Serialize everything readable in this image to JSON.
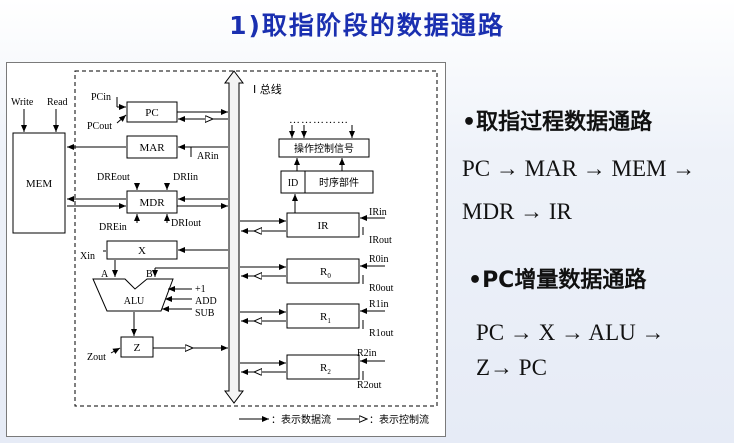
{
  "title": "1)取指阶段的数据通路",
  "diagram": {
    "bus_label": "I 总线",
    "mem": {
      "label": "MEM",
      "write": "Write",
      "read": "Read"
    },
    "pc": {
      "label": "PC",
      "in": "PCin",
      "out": "PCout"
    },
    "mar": {
      "label": "MAR",
      "in": "ARin"
    },
    "mdr": {
      "label": "MDR",
      "eout": "DREout",
      "iin": "DRIin",
      "ein": "DREin",
      "iout": "DRIout"
    },
    "x": {
      "label": "X",
      "in": "Xin"
    },
    "alu": {
      "label": "ALU",
      "a": "A",
      "b": "B",
      "plus1": "+1",
      "add": "ADD",
      "sub": "SUB"
    },
    "z": {
      "label": "Z",
      "out": "Zout"
    },
    "ctrl": {
      "dots": "……………",
      "label": "操作控制信号"
    },
    "id": {
      "label": "ID"
    },
    "timing": {
      "label": "时序部件"
    },
    "ir": {
      "label": "IR",
      "in": "IRin",
      "out": "IRout"
    },
    "r0": {
      "label": "R",
      "sub": "0",
      "in": "R0in",
      "out": "R0out"
    },
    "r1": {
      "label": "R",
      "sub": "1",
      "in": "R1in",
      "out": "R1out"
    },
    "r2": {
      "label": "R",
      "sub": "2",
      "in": "R2in",
      "out": "R2out"
    },
    "legend": {
      "data_flow": "：表示数据流",
      "control_flow": "：表示控制流"
    }
  },
  "right_panel": {
    "bullet1": "取指过程数据通路",
    "flow1_line1": "PC → MAR → MEM →",
    "flow1_line2": "MDR → IR",
    "bullet2": "PC增量数据通路",
    "flow2_line1": "PC → X → ALU →",
    "flow2_line2": "Z→ PC"
  },
  "colors": {
    "title": "#1a2fb0",
    "bus_fill": "#f4f4f4",
    "ink": "#000000"
  }
}
